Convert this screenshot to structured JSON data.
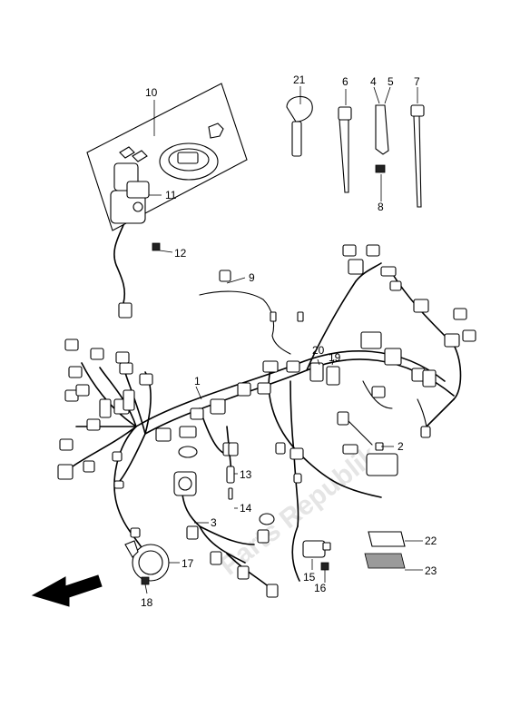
{
  "watermark": "Parts Republik",
  "callouts": [
    {
      "id": "c1",
      "text": "1"
    },
    {
      "id": "c2",
      "text": "2"
    },
    {
      "id": "c3",
      "text": "3"
    },
    {
      "id": "c4",
      "text": "4"
    },
    {
      "id": "c5",
      "text": "5"
    },
    {
      "id": "c6",
      "text": "6"
    },
    {
      "id": "c7",
      "text": "7"
    },
    {
      "id": "c8",
      "text": "8"
    },
    {
      "id": "c9",
      "text": "9"
    },
    {
      "id": "c10",
      "text": "10"
    },
    {
      "id": "c11",
      "text": "11"
    },
    {
      "id": "c12",
      "text": "12"
    },
    {
      "id": "c13",
      "text": "13"
    },
    {
      "id": "c14",
      "text": "14"
    },
    {
      "id": "c15",
      "text": "15"
    },
    {
      "id": "c16",
      "text": "16"
    },
    {
      "id": "c17",
      "text": "17"
    },
    {
      "id": "c18",
      "text": "18"
    },
    {
      "id": "c19",
      "text": "19"
    },
    {
      "id": "c20",
      "text": "20"
    },
    {
      "id": "c21",
      "text": "21"
    },
    {
      "id": "c22",
      "text": "22"
    },
    {
      "id": "c23",
      "text": "23"
    }
  ],
  "colors": {
    "line": "#000000",
    "background": "#ffffff",
    "arrow": "#000000",
    "watermark": "#cfcfcf"
  },
  "icons": {
    "front_arrow": "front-direction-arrow-icon"
  }
}
